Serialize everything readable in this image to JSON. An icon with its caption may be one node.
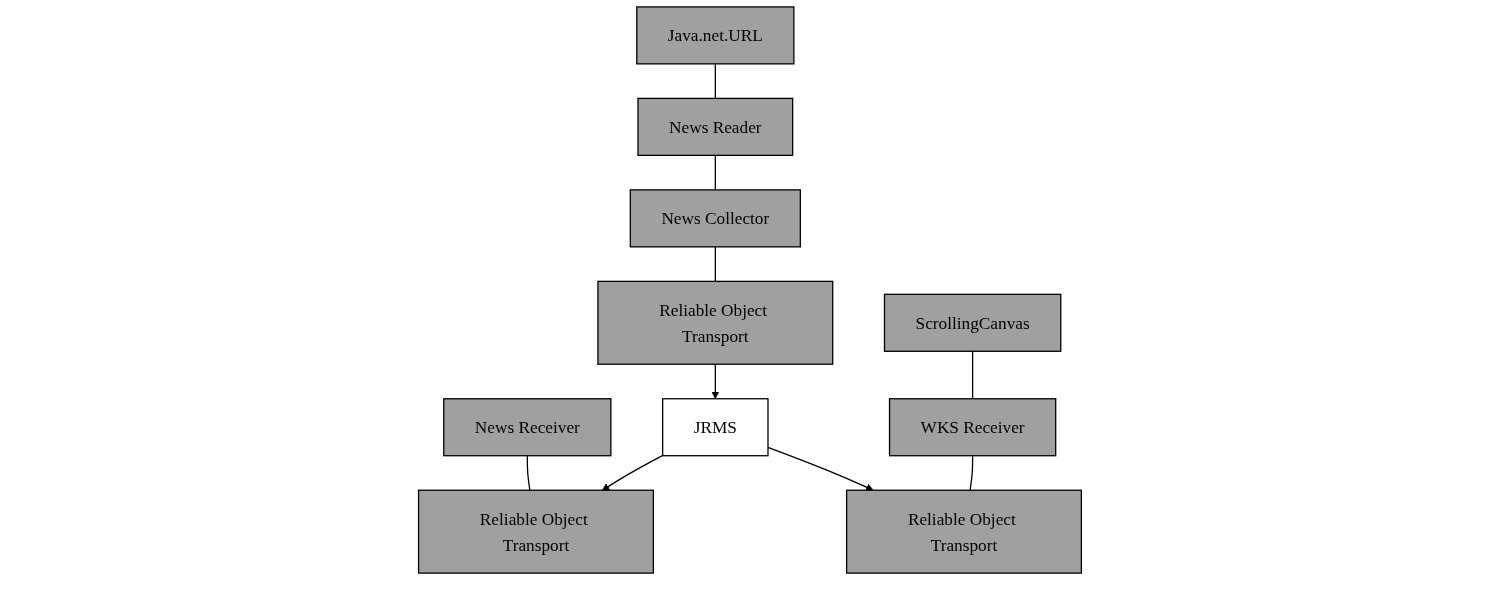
{
  "diagram": {
    "nodes": [
      {
        "text": [
          "Java.net.URL"
        ]
      },
      {
        "text": [
          "News Reader"
        ]
      },
      {
        "text": [
          "News Collector"
        ]
      },
      {
        "text": [
          "Reliable Object Transport"
        ]
      },
      {
        "text": [
          "News Receiver"
        ]
      },
      {
        "text": [
          "Reliable Object Transport"
        ]
      },
      {
        "text": [
          "ScrollingCanvas"
        ]
      },
      {
        "text": [
          "WKS Receiver"
        ]
      },
      {
        "text": [
          "Reliable Object Transport"
        ]
      },
      {
        "text": [
          "JRMS"
        ]
      }
    ],
    "edges": [
      {
        "from": 0,
        "to": 1,
        "arrow": "none"
      },
      {
        "from": 1,
        "to": 2,
        "arrow": "none"
      },
      {
        "from": 2,
        "to": 3,
        "arrow": "none"
      },
      {
        "from": 3,
        "to": 9,
        "arrow": "to"
      },
      {
        "from": 4,
        "to": 5,
        "arrow": "none"
      },
      {
        "from": 9,
        "to": 5,
        "arrow": "to"
      },
      {
        "from": 6,
        "to": 7,
        "arrow": "none"
      },
      {
        "from": 7,
        "to": 8,
        "arrow": "none"
      },
      {
        "from": 9,
        "to": 8,
        "arrow": "to"
      }
    ]
  }
}
